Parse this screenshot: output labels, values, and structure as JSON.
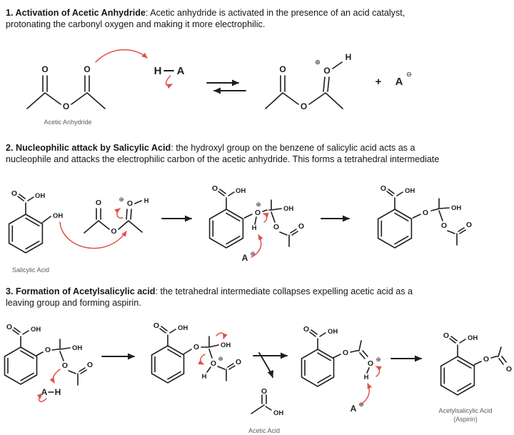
{
  "colors": {
    "ink": "#1e1e1e",
    "arrow_red": "#e05149",
    "label_gray": "#5d5d5d",
    "background": "#ffffff"
  },
  "sections": {
    "s1": {
      "bold": "1. Activation of Acetic Anhydride",
      "line1_rest": ": Acetic anhydride is activated in the presence of an acid catalyst,",
      "line2": "protonating the carbonyl oxygen and making it more electrophilic."
    },
    "s2": {
      "bold": "2. Nucleophilic attack by Salicylic Acid",
      "line1_rest": ": the hydroxyl group on the benzene of salicylic acid acts as a",
      "line2": "nucleophile and attacks the electrophilic carbon of the acetic anhydride. This forms a tetrahedral intermediate"
    },
    "s3": {
      "bold": "3. Formation of Acetylsalicylic acid",
      "line1_rest": ": the tetrahedral intermediate collapses expelling acetic acid as a",
      "line2": "leaving group and forming aspirin."
    }
  },
  "labels": {
    "acetic_anhydride": "Acetic Anhydride",
    "salicylic_acid": "Salicylic Acid",
    "acetic_acid": "Acetic Acid",
    "aspirin1": "Acetylsalicylic Acid",
    "aspirin2": "(Aspirin)"
  },
  "atoms": {
    "O": "O",
    "OH": "OH",
    "H": "H",
    "A": "A",
    "plus": "+",
    "pos": "⊕",
    "neg": "⊖"
  }
}
